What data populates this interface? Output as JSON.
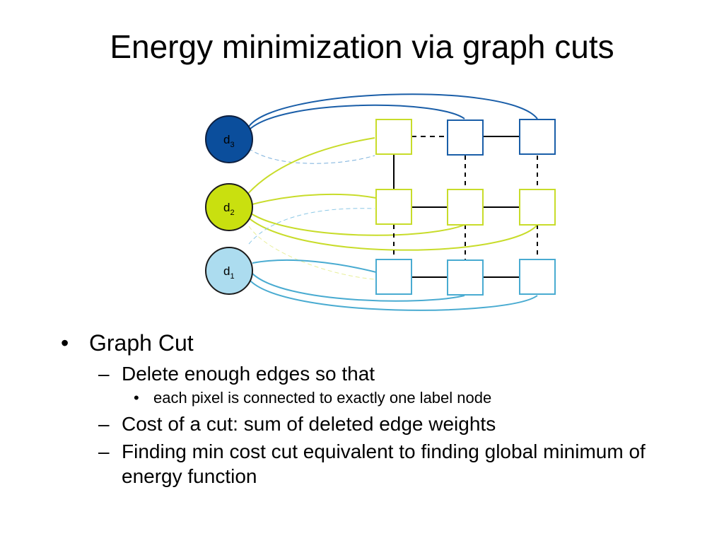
{
  "slide": {
    "title": "Energy minimization via graph cuts"
  },
  "diagram": {
    "label_nodes": [
      {
        "id": "d3",
        "base": "d",
        "sub": "3",
        "color": "#0b4e9c"
      },
      {
        "id": "d2",
        "base": "d",
        "sub": "2",
        "color": "#c9e00f"
      },
      {
        "id": "d1",
        "base": "d",
        "sub": "1",
        "color": "#acdcef"
      }
    ],
    "colors": {
      "d3_edge": "#1a5ea8",
      "d2_edge": "#c8dc2a",
      "d1_edge": "#49abd1",
      "grid_edge": "#000000"
    }
  },
  "bullets": [
    {
      "level": 1,
      "mark": "•",
      "text": "Graph Cut"
    },
    {
      "level": 2,
      "mark": "–",
      "text": "Delete enough edges so that"
    },
    {
      "level": 3,
      "mark": "•",
      "text": "each pixel is connected to exactly one label node"
    },
    {
      "level": 2,
      "mark": "–",
      "text": "Cost of a cut:  sum of deleted edge weights"
    },
    {
      "level": 2,
      "mark": "–",
      "text": "Finding min cost cut equivalent to finding global minimum of energy function"
    }
  ]
}
